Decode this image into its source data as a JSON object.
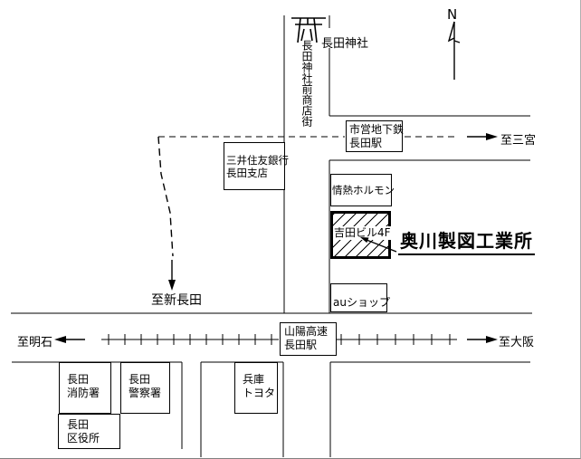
{
  "colors": {
    "line": "#000000",
    "background": "#ffffff",
    "edge": "#808080"
  },
  "compass": {
    "label": "N"
  },
  "shrine": {
    "name": "長田神社"
  },
  "shopping_street": {
    "name": "長田神社前商店街"
  },
  "subway_station": {
    "line1": "市営地下鉄",
    "line2": "長田駅"
  },
  "bank": {
    "line1": "三井住友銀行",
    "line2": "長田支店"
  },
  "restaurant": {
    "name": "情熱ホルモン"
  },
  "office_building": {
    "name": "吉田ビル4F"
  },
  "company": {
    "name": "奥川製図工業所"
  },
  "au_shop": {
    "name": "auショップ"
  },
  "railway_station": {
    "line1": "山陽高速",
    "line2": "長田駅"
  },
  "toyota": {
    "line1": "兵庫",
    "line2": "トヨタ"
  },
  "fire_station": {
    "line1": "長田",
    "line2": "消防署"
  },
  "police_station": {
    "line1": "長田",
    "line2": "警察署"
  },
  "ward_office": {
    "line1": "長田",
    "line2": "区役所"
  },
  "directions": {
    "sannomiya": "至三宮",
    "shin_nagata": "至新長田",
    "akashi": "至明石",
    "osaka": "至大阪"
  }
}
